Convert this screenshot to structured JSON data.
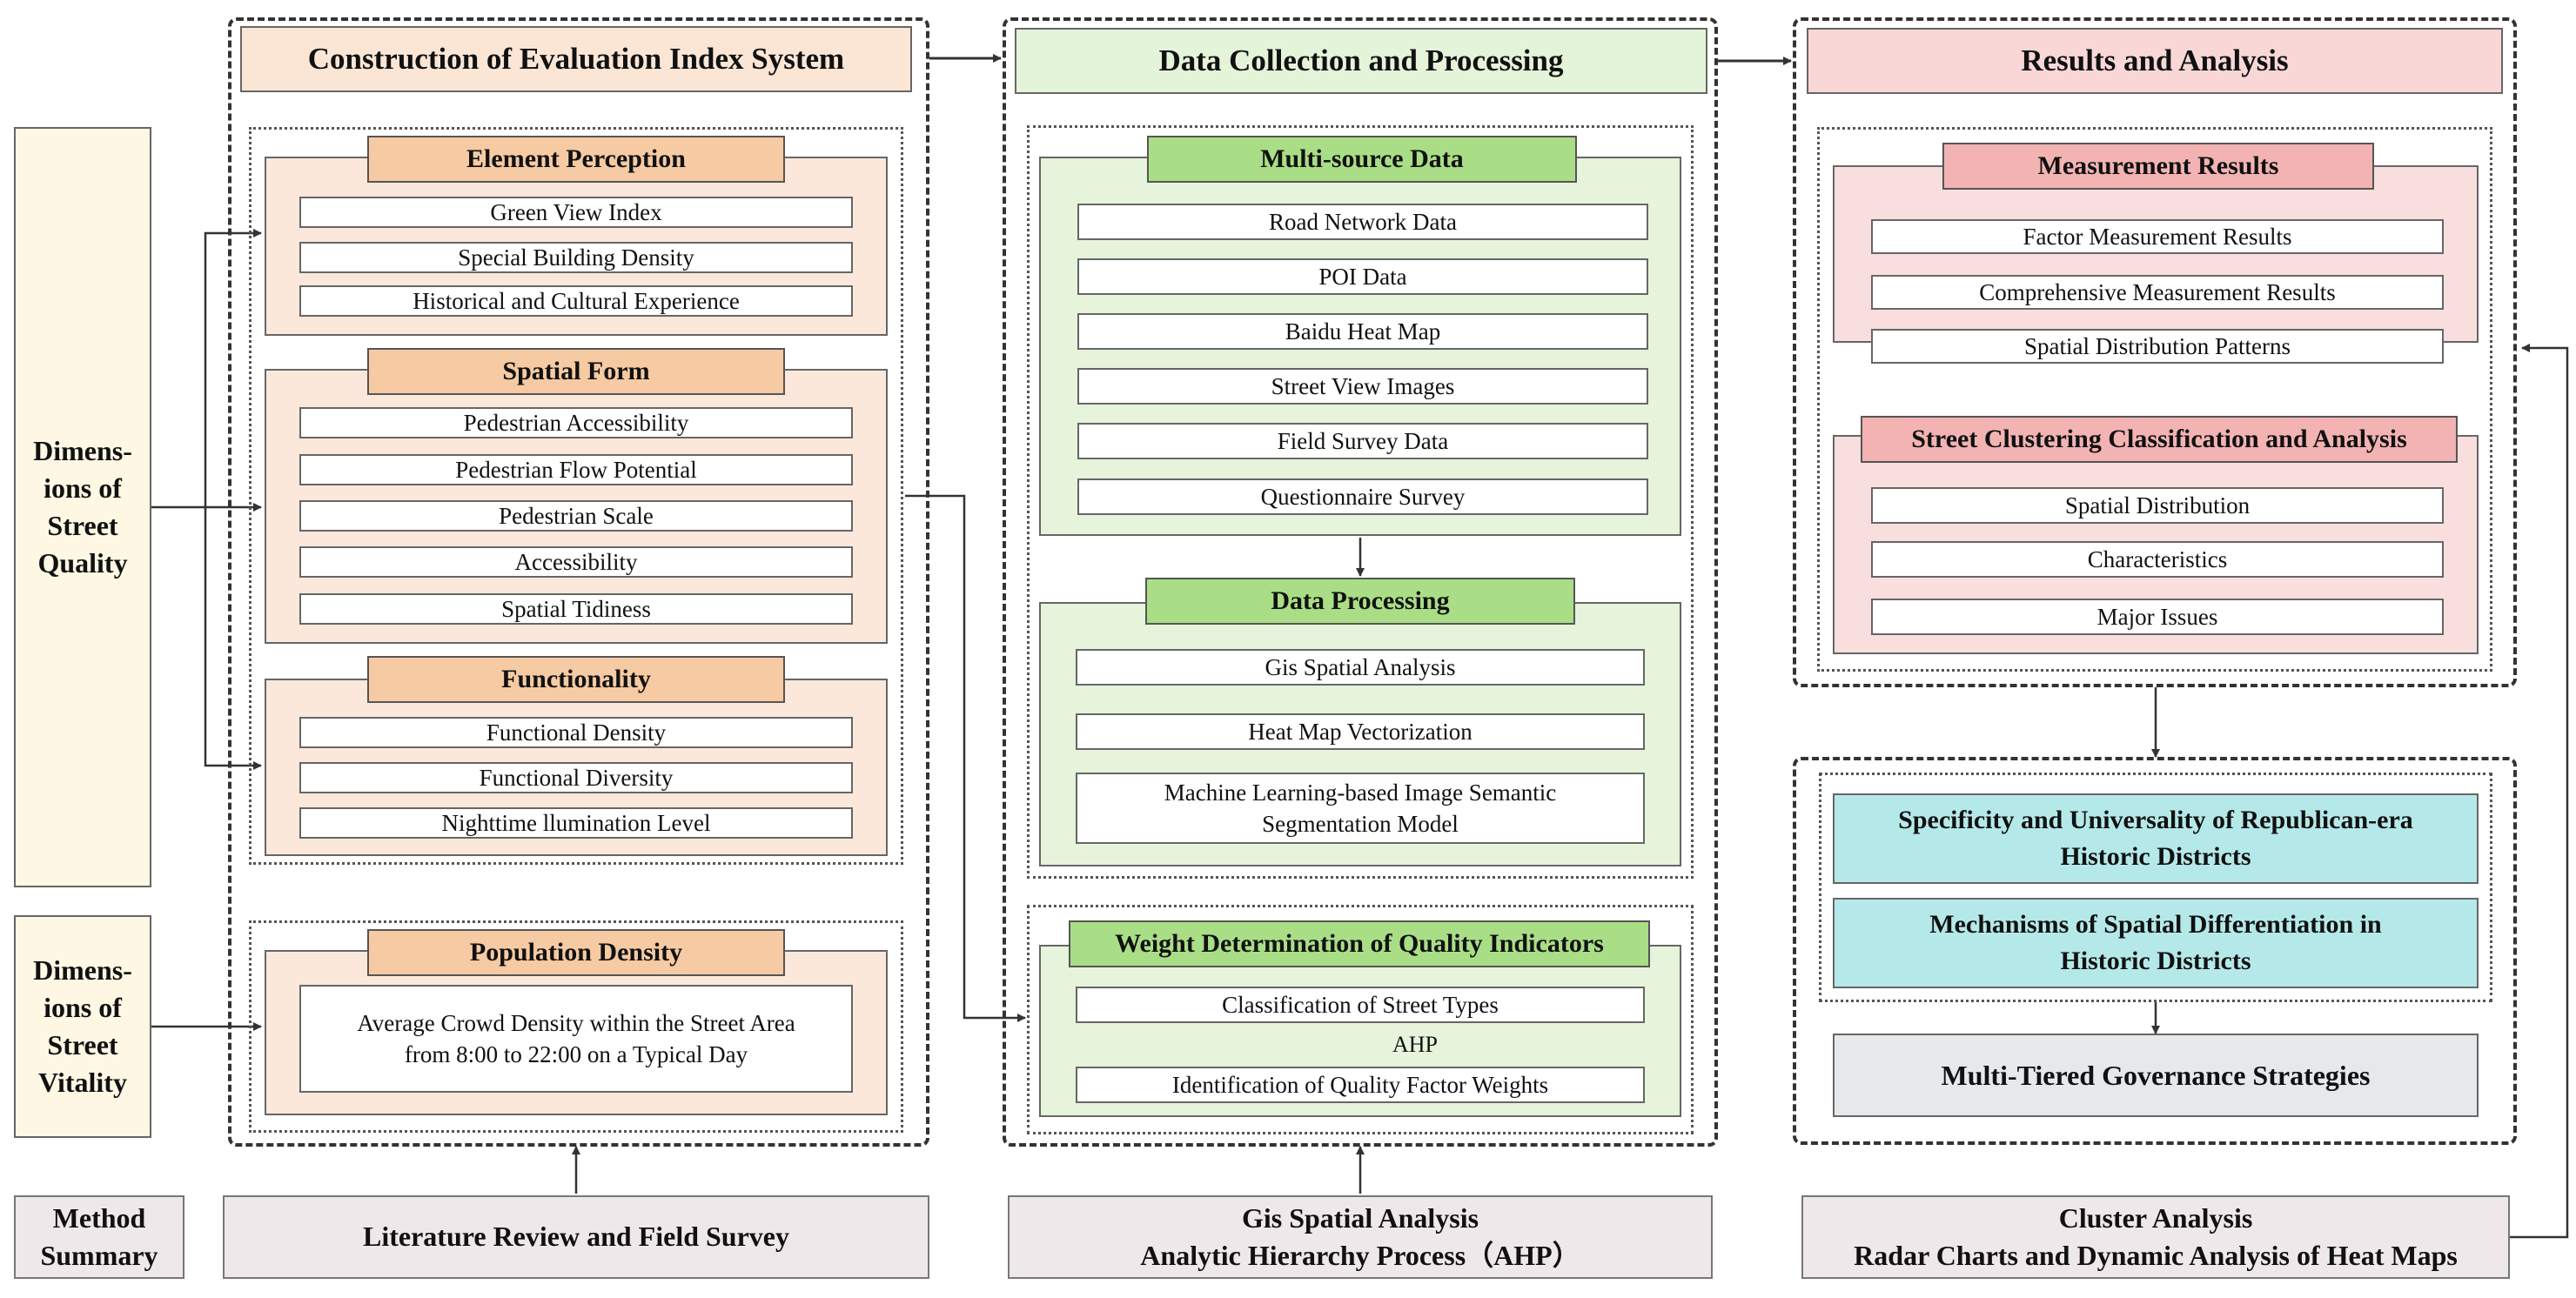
{
  "construction": {
    "title": "Construction of Evaluation Index System",
    "element_perception": {
      "title": "Element Perception",
      "items": [
        "Green View Index",
        "Special Building Density",
        "Historical and Cultural Experience"
      ]
    },
    "spatial_form": {
      "title": "Spatial Form",
      "items": [
        "Pedestrian Accessibility",
        "Pedestrian Flow Potential",
        "Pedestrian Scale",
        "Accessibility",
        "Spatial Tidiness"
      ]
    },
    "functionality": {
      "title": "Functionality",
      "items": [
        "Functional Density",
        "Functional Diversity",
        "Nighttime llumination Level"
      ]
    },
    "population_density": {
      "title": "Population Density",
      "item_line1": "Average Crowd Density within the Street Area",
      "item_line2": "from 8:00 to 22:00 on a Typical Day"
    }
  },
  "data_collection": {
    "title": "Data Collection and Processing",
    "multi_source": {
      "title": "Multi-source Data",
      "items": [
        "Road Network Data",
        "POI Data",
        "Baidu Heat Map",
        "Street View Images",
        "Field Survey Data",
        "Questionnaire Survey"
      ]
    },
    "processing": {
      "title": "Data Processing",
      "items": [
        "Gis Spatial Analysis",
        "Heat Map Vectorization"
      ],
      "ml_line1": "Machine Learning-based Image Semantic",
      "ml_line2": "Segmentation Model"
    },
    "weight": {
      "title": "Weight Determination of Quality Indicators",
      "items": [
        "Classification of Street Types",
        "Identification of Quality Factor Weights"
      ],
      "arrow_label": "AHP"
    }
  },
  "results": {
    "title": "Results and Analysis",
    "measurement": {
      "title": "Measurement Results",
      "items": [
        "Factor Measurement Results",
        "Comprehensive Measurement Results",
        "Spatial Distribution Patterns"
      ]
    },
    "clustering": {
      "title": "Street Clustering Classification and Analysis",
      "items": [
        "Spatial Distribution",
        "Characteristics",
        "Major Issues"
      ]
    },
    "specificity": {
      "line1": "Specificity and Universality of Republican-era",
      "line2": "Historic Districts"
    },
    "mechanisms": {
      "line1": "Mechanisms of Spatial Differentiation in",
      "line2": "Historic Districts"
    },
    "governance": "Multi-Tiered Governance Strategies"
  },
  "dimensions": {
    "quality": [
      "Dimens-",
      "ions of",
      "Street",
      "Quality"
    ],
    "vitality": [
      "Dimens-",
      "ions of",
      "Street",
      "Vitality"
    ]
  },
  "methods": {
    "summary": [
      "Method",
      "Summary"
    ],
    "construction": "Literature Review and Field Survey",
    "data": [
      "Gis Spatial Analysis",
      "Analytic Hierarchy Process（AHP）"
    ],
    "results": [
      "Cluster Analysis",
      "Radar Charts and Dynamic Analysis of Heat Maps"
    ]
  }
}
